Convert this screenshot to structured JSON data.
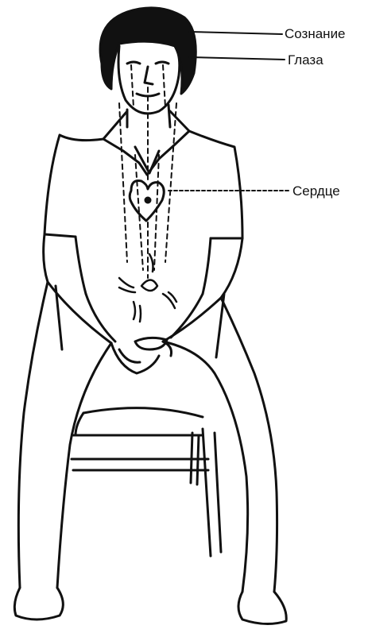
{
  "labels": {
    "consciousness": "Сознание",
    "eyes": "Глаза",
    "heart": "Сердце"
  },
  "colors": {
    "ink": "#111111",
    "background": "#ffffff"
  }
}
